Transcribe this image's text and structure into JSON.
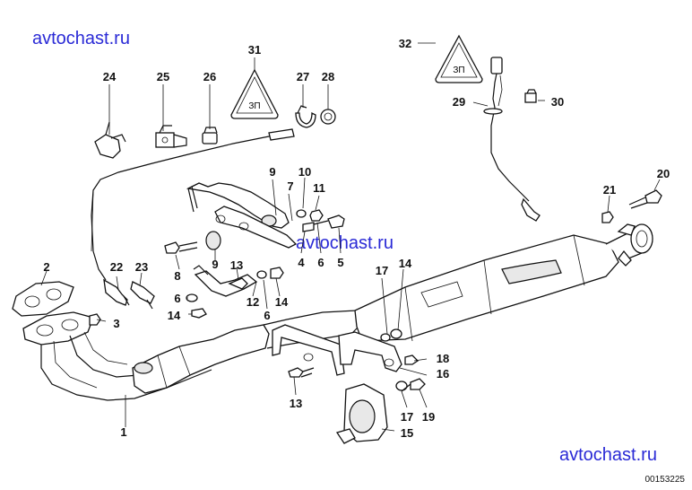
{
  "watermarks": [
    "avtochast.ru",
    "avtochast.ru",
    "avtochast.ru"
  ],
  "document_number": "00153225",
  "warning_symbol_text": "ЗП",
  "callouts": [
    "1",
    "2",
    "3",
    "4",
    "5",
    "6",
    "6",
    "6",
    "7",
    "8",
    "9",
    "9",
    "10",
    "11",
    "12",
    "13",
    "13",
    "14",
    "14",
    "14",
    "15",
    "16",
    "17",
    "17",
    "18",
    "19",
    "20",
    "21",
    "22",
    "23",
    "24",
    "25",
    "26",
    "27",
    "28",
    "29",
    "30",
    "31",
    "32"
  ]
}
